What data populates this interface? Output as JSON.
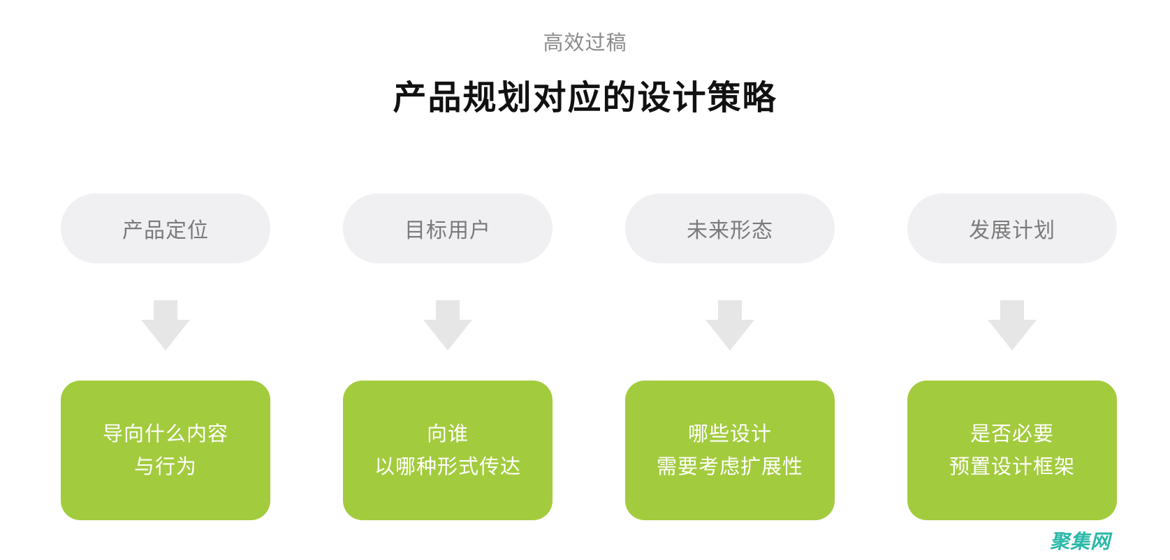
{
  "header": {
    "subtitle": "高效过稿",
    "title": "产品规划对应的设计策略"
  },
  "columns": [
    {
      "label": "产品定位",
      "lines": [
        "导向什么内容",
        "与行为"
      ]
    },
    {
      "label": "目标用户",
      "lines": [
        "向谁",
        "以哪种形式传达"
      ]
    },
    {
      "label": "未来形态",
      "lines": [
        "哪些设计",
        "需要考虑扩展性"
      ]
    },
    {
      "label": "发展计划",
      "lines": [
        "是否必要",
        "预置设计框架"
      ]
    }
  ],
  "watermark": "聚集网",
  "colors": {
    "pill_bg": "#f0f0f3",
    "pill_text": "#7a7a7a",
    "arrow": "#e6e6e6",
    "box_bg": "#a3cb3e",
    "box_text": "#ffffff",
    "watermark": "#2ab8a8"
  }
}
